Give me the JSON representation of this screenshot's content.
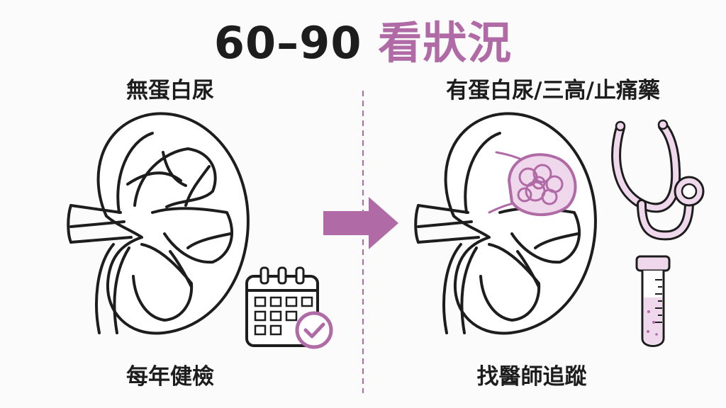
{
  "title": {
    "range": "60–90",
    "label": "看狀況"
  },
  "left": {
    "condition": "無蛋白尿",
    "action": "每年健檢"
  },
  "right": {
    "condition": "有蛋白尿/三高/止痛藥",
    "action": "找醫師追蹤"
  },
  "icons": {
    "left": [
      "kidney-icon",
      "calendar-check-icon"
    ],
    "center": "arrow-right-icon",
    "right": [
      "kidney-damaged-icon",
      "stethoscope-icon",
      "test-tube-icon"
    ]
  },
  "colors": {
    "accent": "#b06aa6",
    "ink": "#1d1d1d",
    "light_accent": "#f0d8ec"
  }
}
